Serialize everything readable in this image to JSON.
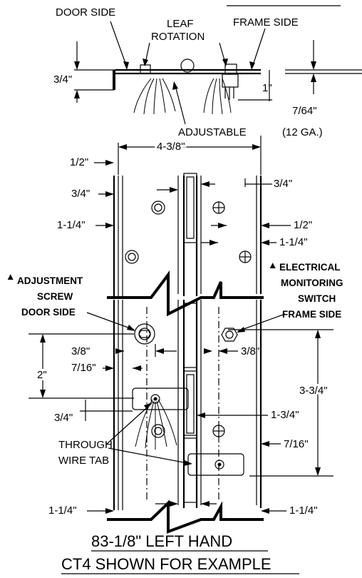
{
  "top_view": {
    "door_side": "DOOR SIDE",
    "leaf_rotation_line1": "LEAF",
    "leaf_rotation_line2": "ROTATION",
    "frame_side": "FRAME SIDE",
    "dim_door_depth": "3/4\"",
    "dim_frame_depth": "1\"",
    "dim_gauge_line1": "7/64\"",
    "dim_gauge_line2": "(12 GA.)",
    "adjustable": "ADJUSTABLE"
  },
  "hinge": {
    "overall_width": "4-3/8\"",
    "left_dims": [
      "1/2\"",
      "3/4\"",
      "1-1/4\""
    ],
    "right_dims": [
      "3/4\"",
      "1/2\"",
      "1-1/4\""
    ],
    "adjustment_screw": [
      "ADJUSTMENT",
      "SCREW",
      "DOOR SIDE"
    ],
    "electrical_switch": [
      "ELECTRICAL",
      "MONITORING",
      "SWITCH",
      "FRAME SIDE"
    ],
    "callout_marker": "▲",
    "dim_left_3_8": "3/8\"",
    "dim_right_3_8": "3/8\"",
    "dim_2": "2\"",
    "dim_7_16_left": "7/16\"",
    "dim_3_4_low": "3/4\"",
    "dim_3_3_4": "3-3/4\"",
    "dim_1_3_4": "1-3/4\"",
    "dim_7_16_right": "7/16\"",
    "through_wire_tab_line1": "THROUGH",
    "through_wire_tab_line2": "WIRE TAB",
    "dim_bottom_left": "1-1/4\"",
    "dim_bottom_right": "1-1/4\""
  },
  "caption": {
    "line1": "83-1/8\" LEFT HAND",
    "line2": "CT4 SHOWN FOR EXAMPLE"
  }
}
